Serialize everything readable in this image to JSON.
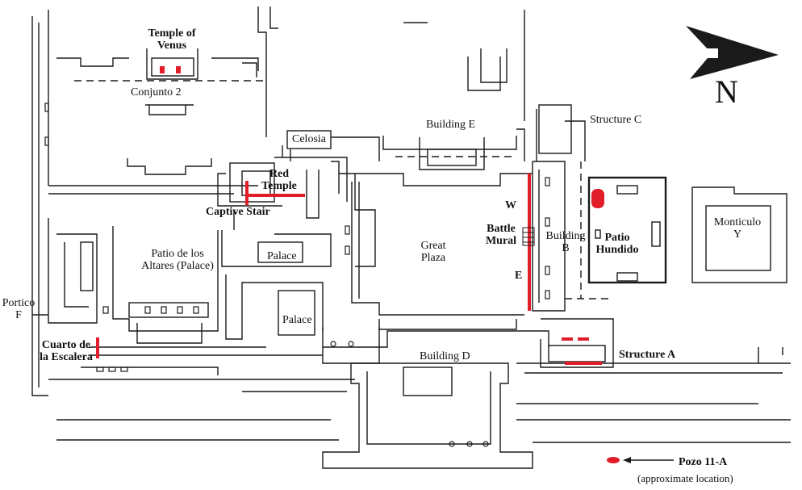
{
  "north": {
    "letter": "N",
    "arrow_icon": "north-arrow-icon"
  },
  "colors": {
    "ink": "#1a1a1a",
    "highlight": "#e11d2a",
    "paper": "#ffffff"
  },
  "labels": {
    "temple_of_venus": "Temple of Venus",
    "conjunto_2": "Conjunto 2",
    "building_e": "Building E",
    "structure_c": "Structure C",
    "celosia": "Celosia",
    "red_temple": "Red Temple",
    "captive_stair": "Captive Stair",
    "w": "W",
    "battle_mural": "Battle Mural",
    "e": "E",
    "building_b": "Building B",
    "patio_hundido": "Patio Hundido",
    "monticulo_y": "Monticulo Y",
    "great_plaza": "Great Plaza",
    "patio_altares": "Patio de los Altares (Palace)",
    "palace_upper": "Palace",
    "palace_lower": "Palace",
    "portico_f": "Portico F",
    "cuarto_escalera": "Cuarto de la Escalera",
    "building_d": "Building D",
    "structure_a": "Structure A"
  },
  "legend": {
    "title": "Pozo 11-A",
    "subtitle": "(approximate location)"
  }
}
